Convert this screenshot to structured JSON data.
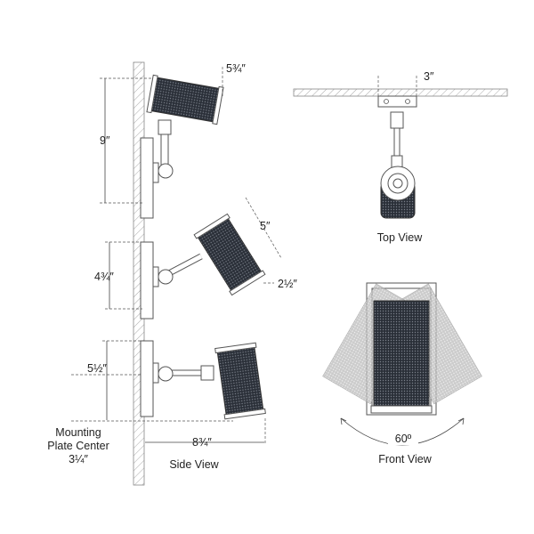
{
  "side_view": {
    "title": "Side View",
    "dim_height_top": "9″",
    "dim_top_offset": "5¾″",
    "dim_shade_length": "5″",
    "dim_shade_diameter": "2½″",
    "dim_plate_height": "4¾″",
    "dim_center_offset": "5½″",
    "dim_extension": "8¾″",
    "mounting_line1": "Mounting",
    "mounting_line2": "Plate Center",
    "mounting_line3": "3¼″"
  },
  "top_view": {
    "title": "Top View",
    "dim_plate_width": "3″"
  },
  "front_view": {
    "title": "Front View",
    "rotation_angle": "60º"
  }
}
